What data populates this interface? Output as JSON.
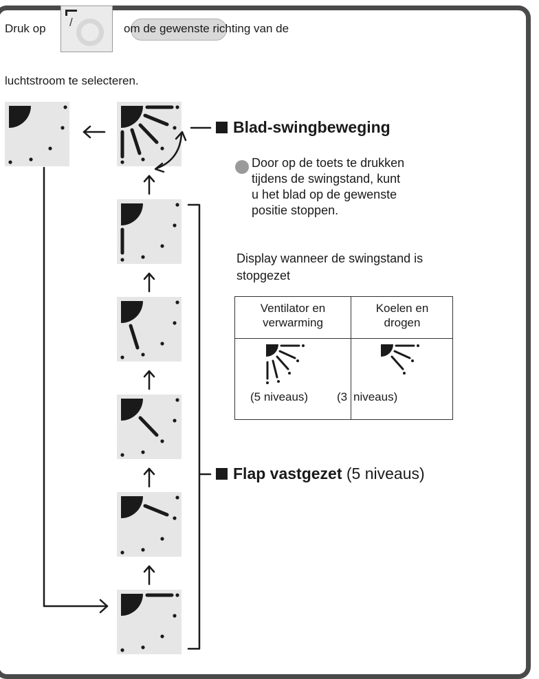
{
  "instruction": {
    "prefix": "Druk op",
    "slash": "/",
    "suffix": "om de gewenste richting van de",
    "line2": "luchtstroom te selecteren."
  },
  "swing": {
    "heading": "Blad-swingbeweging",
    "note_lines": [
      "Door op de toets te drukken",
      "tijdens de swingstand, kunt",
      "u het blad op de gewenste",
      "positie stoppen."
    ]
  },
  "display_caption": {
    "line1": "Display wanneer de swingstand is",
    "line2": "stopgezet"
  },
  "table": {
    "col1_header": [
      "Ventilator en",
      "verwarming"
    ],
    "col2_header": [
      "Koelen en",
      "drogen"
    ],
    "col1_caption": "(5 niveaus)",
    "col2_caption_a": "(3",
    "col2_caption_b": "niveaus)"
  },
  "fixed": {
    "heading": "Flap vastgezet",
    "levels": "(5 niveaus)"
  },
  "flap_angles_deg": [
    0,
    25,
    50,
    75,
    90
  ],
  "colors": {
    "panel_bg": "#e6e6e6",
    "ink": "#1a1a1a",
    "frame": "#4a4a4a",
    "bullet": "#9a9a9a"
  },
  "icons": [
    "fan-corner-icon",
    "flap-line-icon",
    "arrow-up-icon",
    "arrow-left-icon",
    "arrow-right-icon",
    "double-arrow-icon"
  ]
}
